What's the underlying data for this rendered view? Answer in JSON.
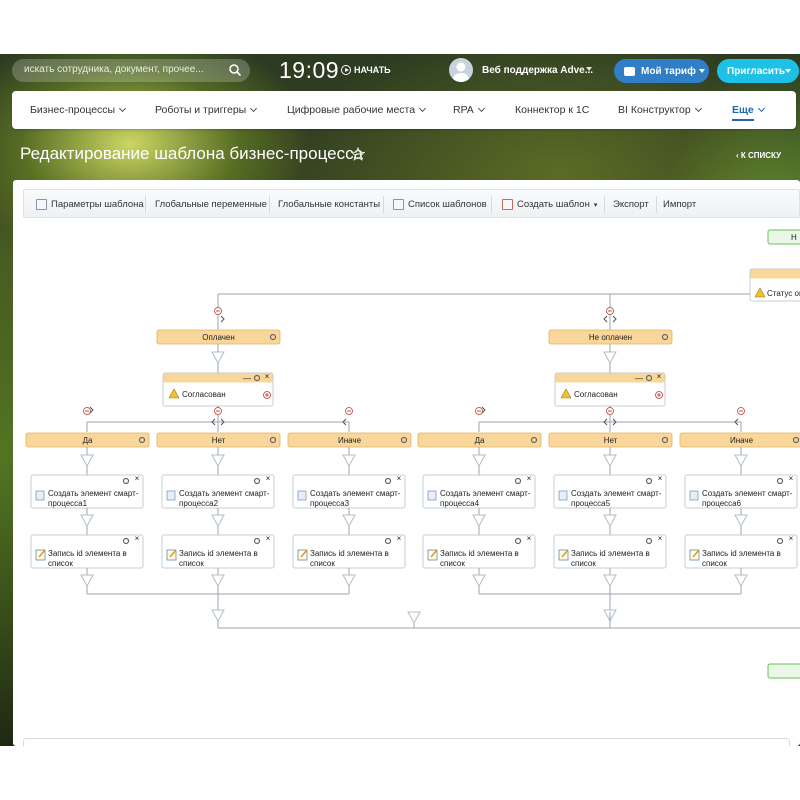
{
  "header": {
    "search_placeholder": "искать сотрудника, документ, прочее...",
    "clock": "19:09",
    "start_label": "НАЧАТЬ",
    "user_name": "Веб поддержка Adve...",
    "tariff_label": "Мой тариф",
    "invite_label": "Пригласить"
  },
  "nav": {
    "items": [
      {
        "label": "Бизнес-процессы"
      },
      {
        "label": "Роботы и триггеры"
      },
      {
        "label": "Цифровые рабочие места"
      },
      {
        "label": "RPA"
      },
      {
        "label": "Коннектор к 1С"
      },
      {
        "label": "BI Конструктор"
      },
      {
        "label": "Еще"
      }
    ]
  },
  "page": {
    "title": "Редактирование шаблона бизнес-процесса",
    "back_link": "К СПИСКУ"
  },
  "toolbar": {
    "template_params": "Параметры шаблона",
    "global_vars": "Глобальные переменные",
    "global_consts": "Глобальные константы",
    "template_list": "Список шаблонов",
    "create_template": "Создать шаблон",
    "export": "Экспорт",
    "import": "Импорт"
  },
  "flow": {
    "status_block": "Статус оп",
    "top_right_button": "Н",
    "branches": [
      {
        "label": "Оплачен",
        "approval": "Согласован",
        "options": [
          {
            "label": "Да",
            "create": [
              "Создать элемент смарт-",
              "процесса1"
            ],
            "record": [
              "Запись id элемента в",
              "список"
            ]
          },
          {
            "label": "Нет",
            "create": [
              "Создать элемент смарт-",
              "процесса2"
            ],
            "record": [
              "Запись id элемента в",
              "список"
            ]
          },
          {
            "label": "Иначе",
            "create": [
              "Создать элемент смарт-",
              "процесса3"
            ],
            "record": [
              "Запись id элемента в",
              "список"
            ]
          }
        ]
      },
      {
        "label": "Не оплачен",
        "approval": "Согласован",
        "options": [
          {
            "label": "Да",
            "create": [
              "Создать элемент смарт-",
              "процесса4"
            ],
            "record": [
              "Запись id элемента в",
              "список"
            ]
          },
          {
            "label": "Нет",
            "create": [
              "Создать элемент смарт-",
              "процесса5"
            ],
            "record": [
              "Запись id элемента в",
              "список"
            ]
          },
          {
            "label": "Иначе",
            "create": [
              "Создать элемент смарт-",
              "процесса6"
            ],
            "record": [
              "Запись id элемента в",
              "список"
            ]
          }
        ]
      }
    ]
  },
  "colors": {
    "branch_header": "#f9d69a",
    "accent_blue": "#2067b0",
    "tariff_blue": "#2f7ec6",
    "invite_cyan": "#1fc0e6",
    "connector_gray": "#9aa5b1"
  }
}
